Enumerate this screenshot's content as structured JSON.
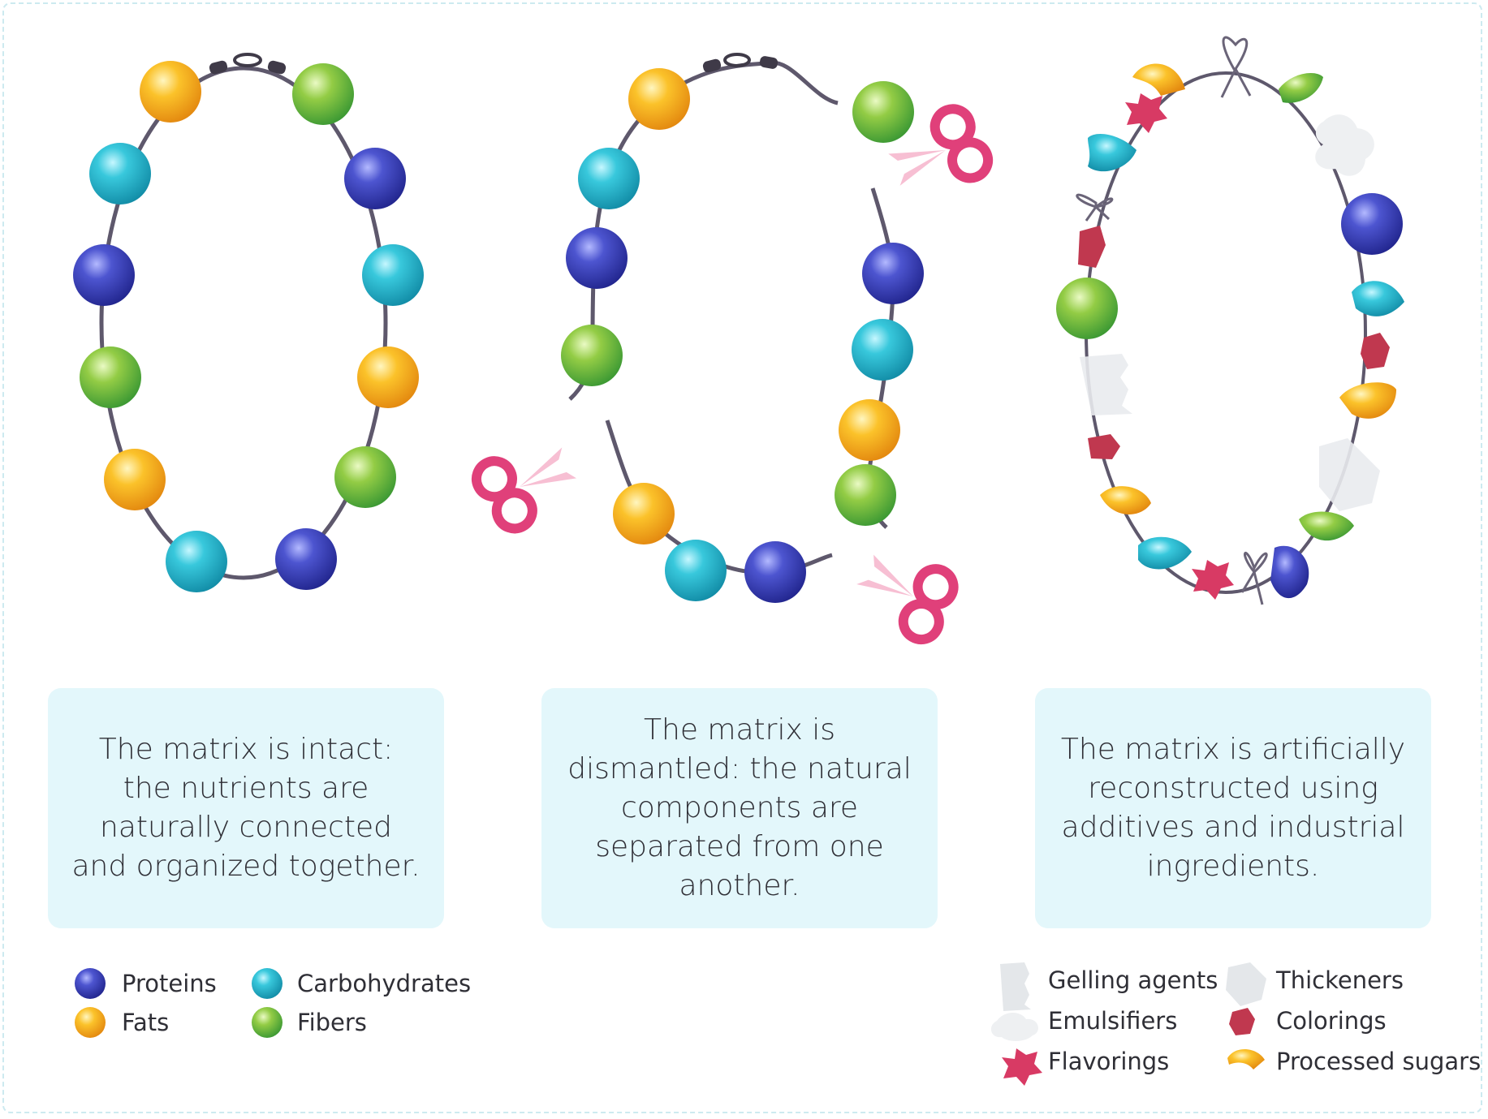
{
  "captions": {
    "intact": "The matrix is intact: the nutrients are naturally connected and organized together.",
    "dismantled": "The matrix is dismantled: the natural components are separated from one another.",
    "reconstructed": "The matrix is artificially reconstructed using additives and industrial ingredients."
  },
  "legend_nutrients": [
    {
      "label": "Proteins",
      "icon": "protein-bead-icon",
      "color": "#3d44b8"
    },
    {
      "label": "Carbohydrates",
      "icon": "carbohydrate-bead-icon",
      "color": "#2fc0d4"
    },
    {
      "label": "Fats",
      "icon": "fat-bead-icon",
      "color": "#f5b51e"
    },
    {
      "label": "Fibers",
      "icon": "fiber-bead-icon",
      "color": "#8dc63f"
    }
  ],
  "legend_additives": [
    {
      "label": "Gelling agents",
      "icon": "gelling-agent-icon"
    },
    {
      "label": "Thickeners",
      "icon": "thickener-icon"
    },
    {
      "label": "Emulsifiers",
      "icon": "emulsifier-icon"
    },
    {
      "label": "Colorings",
      "icon": "coloring-icon"
    },
    {
      "label": "Flavorings",
      "icon": "flavoring-icon"
    },
    {
      "label": "Processed sugars",
      "icon": "processed-sugar-icon"
    }
  ],
  "colors": {
    "protein": "#3d44b8",
    "carbohydrate": "#2fc0d4",
    "fat": "#f5b51e",
    "fiber": "#8dc63f",
    "coloring": "#c0384f",
    "flavoring": "#d83a64",
    "scissors": "#e0407a",
    "string": "#5e586c",
    "caption_bg": "#e3f7fb"
  }
}
